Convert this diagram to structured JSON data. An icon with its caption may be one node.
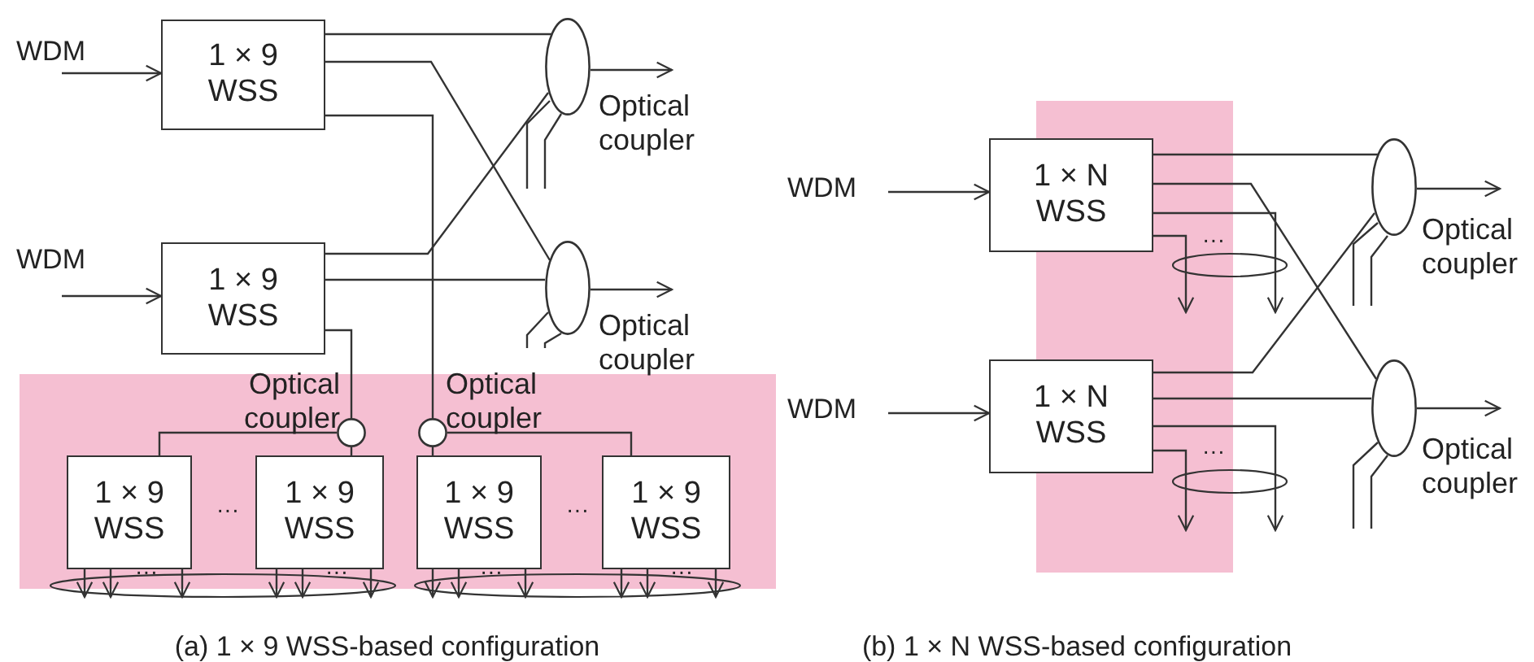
{
  "diagram": {
    "nodes": [
      {
        "text": [
          "WDM"
        ]
      },
      {
        "text": [
          "1 × 9 WSS"
        ]
      },
      {
        "text": [],
        "shape": "ellipse",
        "beside": [
          "Optical coupler"
        ]
      },
      {
        "text": [
          "WDM"
        ]
      },
      {
        "text": [
          "1 × 9 WSS"
        ]
      },
      {
        "text": [],
        "shape": "ellipse",
        "beside": [
          "Optical coupler"
        ]
      },
      {
        "text": [],
        "shape": "box"
      },
      {
        "text": [],
        "shape": "circle",
        "beside": [
          "Optical coupler"
        ],
        "in": 6
      },
      {
        "text": [],
        "shape": "circle",
        "beside": [
          "Optical coupler"
        ],
        "in": 6
      },
      {
        "text": [
          "1 × 9 WSS"
        ],
        "in": 6
      },
      {
        "text": [
          "1 × 9 WSS"
        ],
        "in": 6
      },
      {
        "text": [
          "1 × 9 WSS"
        ],
        "in": 6
      },
      {
        "text": [
          "1 × 9 WSS"
        ],
        "in": 6
      },
      {
        "text": [
          "WDM"
        ]
      },
      {
        "text": [
          "1 × N WSS"
        ]
      },
      {
        "text": [],
        "shape": "ellipse",
        "beside": [
          "Optical coupler"
        ]
      },
      {
        "text": [
          "WDM"
        ]
      },
      {
        "text": [
          "1 × N WSS"
        ]
      },
      {
        "text": [],
        "shape": "ellipse",
        "beside": [
          "Optical coupler"
        ]
      }
    ],
    "edges": [
      {
        "from": 0,
        "to": 1,
        "arrow": "to"
      },
      {
        "from": 3,
        "to": 4,
        "arrow": "to"
      },
      {
        "from": 1,
        "to": 2,
        "arrow": "none"
      },
      {
        "from": 1,
        "to": 5,
        "arrow": "none"
      },
      {
        "from": 1,
        "to": 8,
        "arrow": "none"
      },
      {
        "from": 4,
        "to": 2,
        "arrow": "none"
      },
      {
        "from": 4,
        "to": 5,
        "arrow": "none"
      },
      {
        "from": 4,
        "to": 7,
        "arrow": "none"
      },
      {
        "from": 2,
        "to": null,
        "arrow": "to"
      },
      {
        "from": null,
        "to": 2,
        "arrow": "none"
      },
      {
        "from": null,
        "to": 2,
        "arrow": "none"
      },
      {
        "from": 5,
        "to": null,
        "arrow": "to"
      },
      {
        "from": null,
        "to": 5,
        "arrow": "none"
      },
      {
        "from": null,
        "to": 5,
        "arrow": "none"
      },
      {
        "from": 7,
        "to": 9,
        "arrow": "none"
      },
      {
        "from": 7,
        "to": 10,
        "arrow": "none"
      },
      {
        "from": 8,
        "to": 11,
        "arrow": "none"
      },
      {
        "from": 8,
        "to": 12,
        "arrow": "none"
      },
      {
        "from": 9,
        "to": null,
        "arrow": "to"
      },
      {
        "from": 9,
        "to": null,
        "arrow": "to"
      },
      {
        "from": 9,
        "to": null,
        "arrow": "to"
      },
      {
        "from": 10,
        "to": null,
        "arrow": "to"
      },
      {
        "from": 10,
        "to": null,
        "arrow": "to"
      },
      {
        "from": 10,
        "to": null,
        "arrow": "to"
      },
      {
        "from": 11,
        "to": null,
        "arrow": "to"
      },
      {
        "from": 11,
        "to": null,
        "arrow": "to"
      },
      {
        "from": 11,
        "to": null,
        "arrow": "to"
      },
      {
        "from": 12,
        "to": null,
        "arrow": "to"
      },
      {
        "from": 12,
        "to": null,
        "arrow": "to"
      },
      {
        "from": 12,
        "to": null,
        "arrow": "to"
      },
      {
        "from": 13,
        "to": 14,
        "arrow": "to"
      },
      {
        "from": 16,
        "to": 17,
        "arrow": "to"
      },
      {
        "from": 14,
        "to": 15,
        "arrow": "none"
      },
      {
        "from": 14,
        "to": 18,
        "arrow": "none"
      },
      {
        "from": 14,
        "to": null,
        "arrow": "to"
      },
      {
        "from": 14,
        "to": null,
        "arrow": "to"
      },
      {
        "from": 17,
        "to": 15,
        "arrow": "none"
      },
      {
        "from": 17,
        "to": 18,
        "arrow": "none"
      },
      {
        "from": 17,
        "to": null,
        "arrow": "to"
      },
      {
        "from": 17,
        "to": null,
        "arrow": "to"
      },
      {
        "from": 15,
        "to": null,
        "arrow": "to"
      },
      {
        "from": null,
        "to": 15,
        "arrow": "none"
      },
      {
        "from": null,
        "to": 15,
        "arrow": "none"
      },
      {
        "from": 18,
        "to": null,
        "arrow": "to"
      },
      {
        "from": null,
        "to": 18,
        "arrow": "none"
      },
      {
        "from": null,
        "to": 18,
        "arrow": "none"
      }
    ],
    "labels": [
      "···",
      "···",
      "···",
      "···",
      "···",
      "···",
      "···",
      "···",
      "(a) 1 × 9 WSS-based configuration",
      "(b) 1 × N WSS-based configuration"
    ]
  }
}
